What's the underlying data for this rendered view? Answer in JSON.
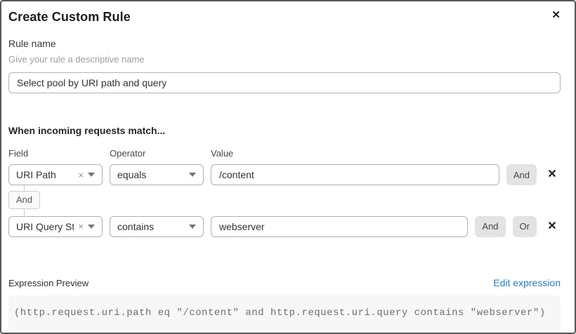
{
  "dialog": {
    "title": "Create Custom Rule"
  },
  "icons": {
    "close": "✕",
    "clear": "×",
    "remove": "✕"
  },
  "rule_name": {
    "label": "Rule name",
    "helper": "Give your rule a descriptive name",
    "value": "Select pool by URI path and query"
  },
  "conditions": {
    "heading": "When incoming requests match...",
    "column_labels": {
      "field": "Field",
      "operator": "Operator",
      "value": "Value"
    },
    "connector_label": "And",
    "rows": [
      {
        "field": "URI Path",
        "operator": "equals",
        "value": "/content",
        "buttons": [
          "And"
        ]
      },
      {
        "field": "URI Query St...",
        "operator": "contains",
        "value": "webserver",
        "buttons": [
          "And",
          "Or"
        ]
      }
    ]
  },
  "expression": {
    "label": "Expression Preview",
    "edit_link": "Edit expression",
    "code": "(http.request.uri.path eq \"/content\" and http.request.uri.query contains \"webserver\")"
  },
  "colors": {
    "link_blue": "#2f7cb8",
    "join_button_bg": "#e3e3e3",
    "code_bg": "#f7f7f7"
  }
}
